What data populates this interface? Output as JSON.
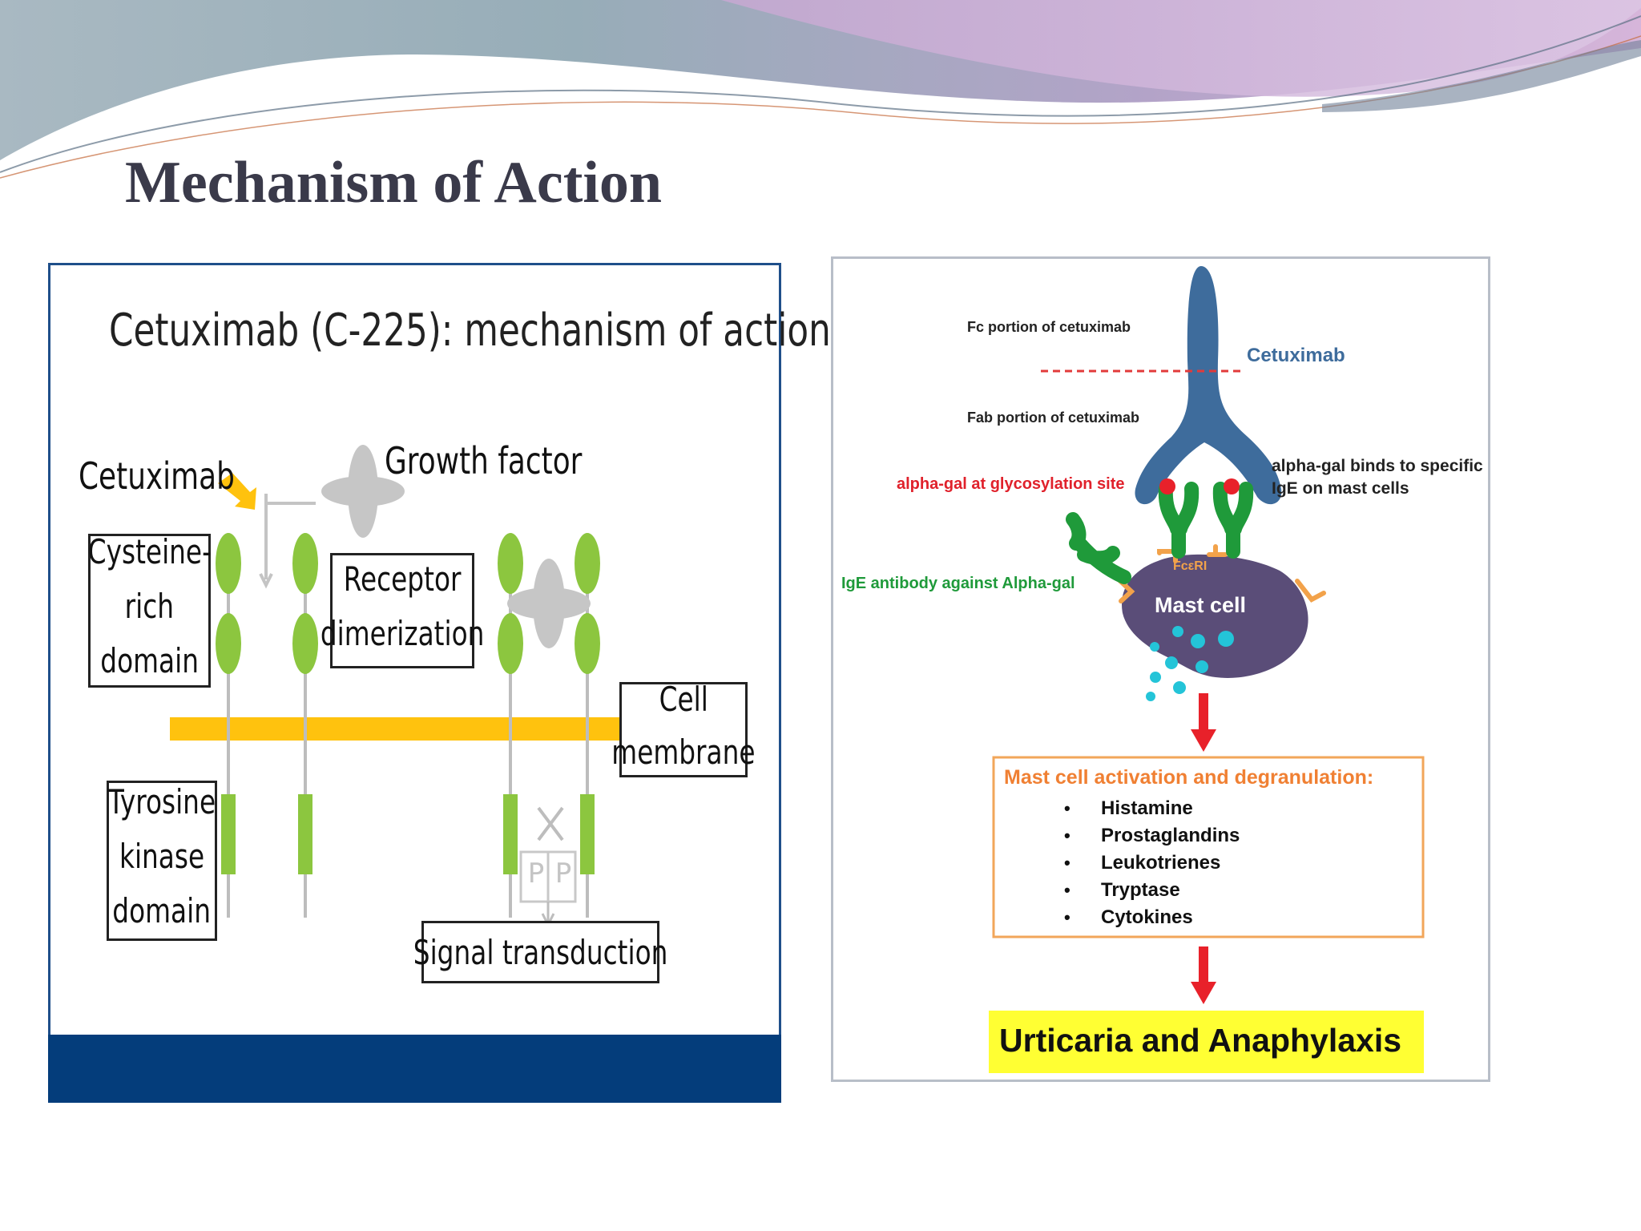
{
  "slide": {
    "title": "Mechanism of Action"
  },
  "colors": {
    "header_gradient": [
      "#8ba6b4",
      "#b39ac5",
      "#d8b4d8"
    ],
    "left_footer_band": "#043d7b",
    "membrane": "#ffc20e",
    "receptor_green": "#8cc63f",
    "antibody_blue": "#3e6c9c",
    "mast_cell_purple": "#5a4d78",
    "ige_green": "#1f9a3a",
    "alert_red": "#e8212a",
    "box_orange": "#f2a65a",
    "highlight_yellow": "#ffff33"
  },
  "left_diagram": {
    "title": "Cetuximab (C-225): mechanism of action",
    "labels": {
      "cetuximab": "Cetuximab",
      "growth_factor": "Growth factor",
      "cysteine_rich": [
        "Cysteine-",
        "rich",
        "domain"
      ],
      "receptor_dimerization": [
        "Receptor",
        "dimerization"
      ],
      "cell_membrane": [
        "Cell",
        "membrane"
      ],
      "tyrosine_kinase": [
        "Tyrosine",
        "kinase",
        "domain"
      ],
      "phosphate_left": "P",
      "phosphate_right": "P",
      "signal_transduction": "Signal transduction"
    }
  },
  "right_diagram": {
    "labels": {
      "fc_portion": "Fc portion of cetuximab",
      "cetuximab": "Cetuximab",
      "fab_portion": "Fab portion of cetuximab",
      "alpha_gal_site": "alpha-gal at glycosylation site",
      "alpha_gal_binds": [
        "alpha-gal binds to specific",
        "IgE on mast cells"
      ],
      "ige_antibody": "IgE antibody against Alpha-gal",
      "fceri": "FcεRI",
      "mast_cell": "Mast cell",
      "box_title": "Mast cell activation and degranulation:",
      "mediators": [
        "Histamine",
        "Prostaglandins",
        "Leukotrienes",
        "Tryptase",
        "Cytokines"
      ],
      "outcome": "Urticaria and Anaphylaxis"
    }
  }
}
